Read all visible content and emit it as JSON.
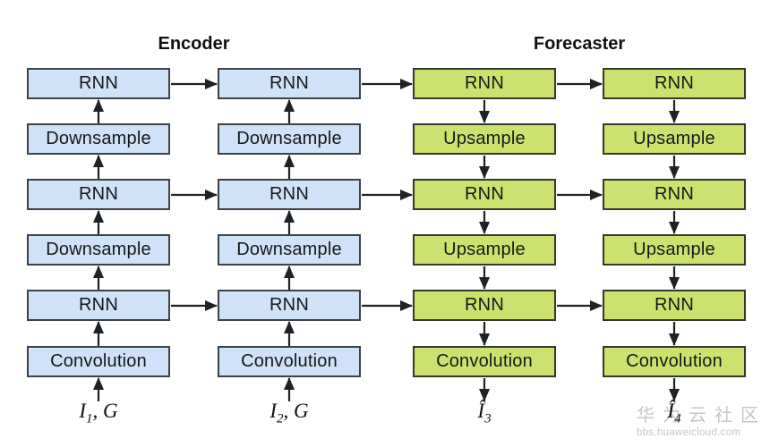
{
  "titles": {
    "encoder": "Encoder",
    "forecaster": "Forecaster"
  },
  "colors": {
    "encoder_fill": "#cfe2f7",
    "encoder_border": "#3c4249",
    "forecaster_fill": "#cde26e",
    "forecaster_border": "#333a2e",
    "arrow": "#1e2227",
    "block_text": "#15181b",
    "watermark": "#c6c6c6"
  },
  "columns": [
    {
      "group": "encoder",
      "blocks": [
        "RNN",
        "Downsample",
        "RNN",
        "Downsample",
        "RNN",
        "Convolution"
      ]
    },
    {
      "group": "encoder",
      "blocks": [
        "RNN",
        "Downsample",
        "RNN",
        "Downsample",
        "RNN",
        "Convolution"
      ]
    },
    {
      "group": "forecaster",
      "blocks": [
        "RNN",
        "Upsample",
        "RNN",
        "Upsample",
        "RNN",
        "Convolution"
      ]
    },
    {
      "group": "forecaster",
      "blocks": [
        "RNN",
        "Upsample",
        "RNN",
        "Upsample",
        "RNN",
        "Convolution"
      ]
    }
  ],
  "io_labels": [
    {
      "symbol": "I",
      "subscript": "1",
      "suffix": ", G"
    },
    {
      "symbol": "I",
      "subscript": "2",
      "suffix": ", G"
    },
    {
      "symbol": "Î",
      "subscript": "3",
      "suffix": ""
    },
    {
      "symbol": "Î",
      "subscript": "4",
      "suffix": ""
    }
  ],
  "watermark": {
    "title": "华为云社区",
    "url": "bbs.huaweicloud.com"
  }
}
